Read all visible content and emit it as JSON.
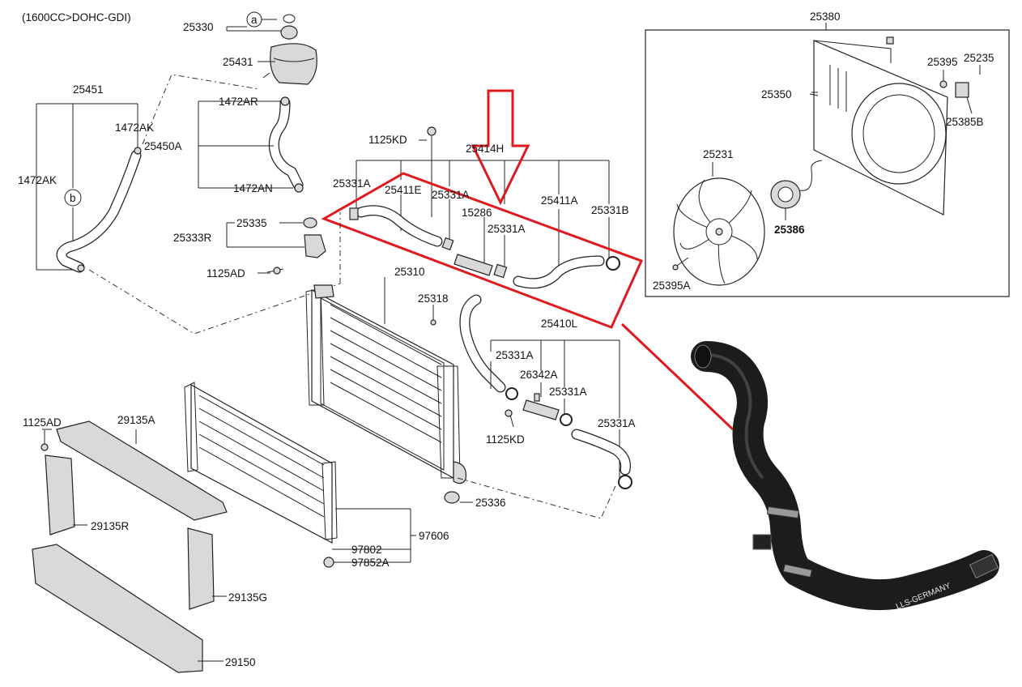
{
  "header": {
    "note": "(1600CC>DOHC-GDI)"
  },
  "callouts": {
    "a": "a",
    "b": "b"
  },
  "photo": {
    "hose_print": "LLS-GERMANY"
  },
  "colors": {
    "highlight": "#e0191f",
    "line": "#222222",
    "hose_photo": "#1c1c1c"
  },
  "labels": [
    {
      "id": "l25330",
      "text": "25330"
    },
    {
      "id": "l25431",
      "text": "25431"
    },
    {
      "id": "l25451",
      "text": "25451"
    },
    {
      "id": "l1472AR",
      "text": "1472AR"
    },
    {
      "id": "l1472AK1",
      "text": "1472AK"
    },
    {
      "id": "l25450A",
      "text": "25450A"
    },
    {
      "id": "l1472AK2",
      "text": "1472AK"
    },
    {
      "id": "l1472AN",
      "text": "1472AN"
    },
    {
      "id": "l1125KD1",
      "text": "1125KD"
    },
    {
      "id": "l25414H",
      "text": "25414H"
    },
    {
      "id": "l25331A1",
      "text": "25331A"
    },
    {
      "id": "l25411E",
      "text": "25411E"
    },
    {
      "id": "l25331A2",
      "text": "25331A"
    },
    {
      "id": "l15286",
      "text": "15286"
    },
    {
      "id": "l25331A3",
      "text": "25331A"
    },
    {
      "id": "l25411A",
      "text": "25411A"
    },
    {
      "id": "l25331B",
      "text": "25331B"
    },
    {
      "id": "l25335",
      "text": "25335"
    },
    {
      "id": "l25333R",
      "text": "25333R"
    },
    {
      "id": "l1125AD1",
      "text": "1125AD"
    },
    {
      "id": "l25310",
      "text": "25310"
    },
    {
      "id": "l25318",
      "text": "25318"
    },
    {
      "id": "l25410L",
      "text": "25410L"
    },
    {
      "id": "l25331A4",
      "text": "25331A"
    },
    {
      "id": "l26342A",
      "text": "26342A"
    },
    {
      "id": "l25331A5",
      "text": "25331A"
    },
    {
      "id": "l25331A6",
      "text": "25331A"
    },
    {
      "id": "l1125KD2",
      "text": "1125KD"
    },
    {
      "id": "l25336",
      "text": "25336"
    },
    {
      "id": "l1125AD2",
      "text": "1125AD"
    },
    {
      "id": "l29135A",
      "text": "29135A"
    },
    {
      "id": "l29135R",
      "text": "29135R"
    },
    {
      "id": "l29135G",
      "text": "29135G"
    },
    {
      "id": "l29150",
      "text": "29150"
    },
    {
      "id": "l97802",
      "text": "97802"
    },
    {
      "id": "l97606",
      "text": "97606"
    },
    {
      "id": "l97852A",
      "text": "97852A"
    },
    {
      "id": "l25380",
      "text": "25380"
    },
    {
      "id": "l25350",
      "text": "25350"
    },
    {
      "id": "l25395",
      "text": "25395"
    },
    {
      "id": "l25235",
      "text": "25235"
    },
    {
      "id": "l25385B",
      "text": "25385B"
    },
    {
      "id": "l25231",
      "text": "25231"
    },
    {
      "id": "l25386",
      "text": "25386"
    },
    {
      "id": "l25395A",
      "text": "25395A"
    }
  ]
}
